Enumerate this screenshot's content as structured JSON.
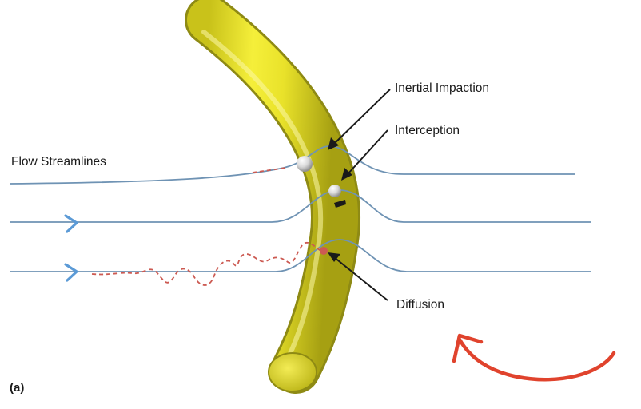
{
  "labels": {
    "flow_streamlines": "Flow Streamlines",
    "inertial_impaction": "Inertial Impaction",
    "interception": "Interception",
    "diffusion": "Diffusion",
    "panel": "(a)"
  },
  "colors": {
    "streamline": "#6f93b4",
    "flow_arrow": "#5b9ad6",
    "fiber_fill": "#f0ea2a",
    "fiber_shadow": "#8e8a14",
    "fiber_highlight": "#fbf7a8",
    "brownian_path": "#cc5a52",
    "rotation_arrow": "#e0432d",
    "particle": "#e6e6e6",
    "pointer_arrow": "#1a1a1a"
  },
  "icons": {
    "flow_direction": "chevron-right-arrow",
    "fiber_rotation": "curved-arrow"
  }
}
